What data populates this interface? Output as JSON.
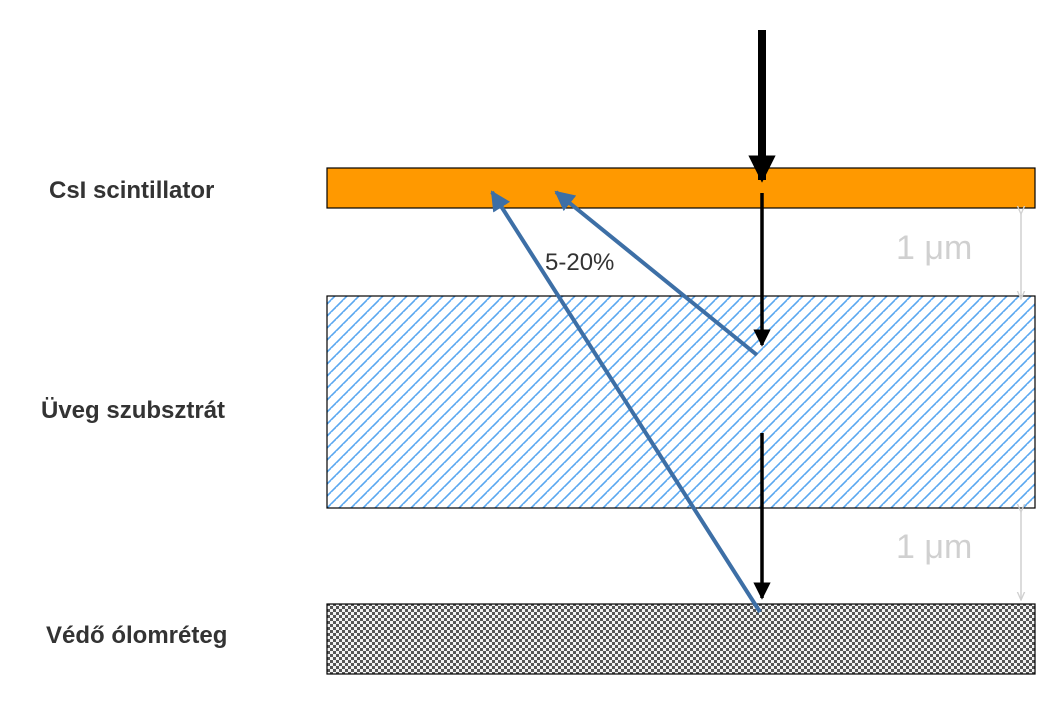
{
  "layers": {
    "scintillator": {
      "label": "CsI scintillator",
      "color": "#ff9900"
    },
    "substrate": {
      "label": "Üveg szubsztrát",
      "hatch_color": "#5aa8f0"
    },
    "lead": {
      "label": "Védő ólomréteg",
      "pattern_color": "#555555"
    }
  },
  "dimensions": {
    "gap_top": "1 μm",
    "gap_bottom": "1 μm"
  },
  "annotations": {
    "reflection_fraction": "5-20%"
  },
  "colors": {
    "incident_ray": "#000000",
    "reflected_ray": "#3d6fa6",
    "dimension_line": "#d0d0d0"
  }
}
